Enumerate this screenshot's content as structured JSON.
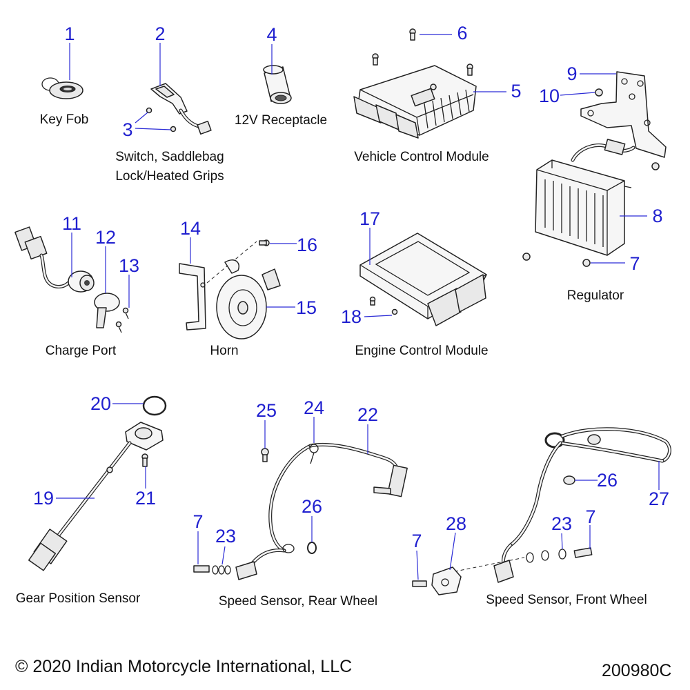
{
  "callouts": {
    "n1": "1",
    "n2": "2",
    "n3": "3",
    "n4": "4",
    "n5": "5",
    "n6": "6",
    "n7a": "7",
    "n8": "8",
    "n9": "9",
    "n10": "10",
    "n11": "11",
    "n12": "12",
    "n13": "13",
    "n14": "14",
    "n15": "15",
    "n16": "16",
    "n17": "17",
    "n18": "18",
    "n19": "19",
    "n20": "20",
    "n21": "21",
    "n22": "22",
    "n23a": "23",
    "n24": "24",
    "n25": "25",
    "n26a": "26",
    "n7b": "7",
    "n26b": "26",
    "n27": "27",
    "n28": "28",
    "n7c": "7",
    "n23b": "23",
    "n7d": "7"
  },
  "captions": {
    "key_fob": "Key Fob",
    "switch_line1": "Switch, Saddlebag",
    "switch_line2": "Lock/Heated Grips",
    "receptacle": "12V Receptacle",
    "vcm": "Vehicle Control Module",
    "regulator": "Regulator",
    "charge_port": "Charge Port",
    "horn": "Horn",
    "ecm": "Engine Control Module",
    "gear_sensor": "Gear Position Sensor",
    "speed_rear": "Speed Sensor, Rear Wheel",
    "speed_front": "Speed Sensor, Front Wheel"
  },
  "footer": {
    "copyright": "© 2020 Indian Motorcycle International, LLC",
    "doc_number": "200980C"
  },
  "colors": {
    "callout": "#1f1fcf",
    "leader": "#2b2bd6",
    "line_art": "#222222",
    "background": "#ffffff"
  }
}
